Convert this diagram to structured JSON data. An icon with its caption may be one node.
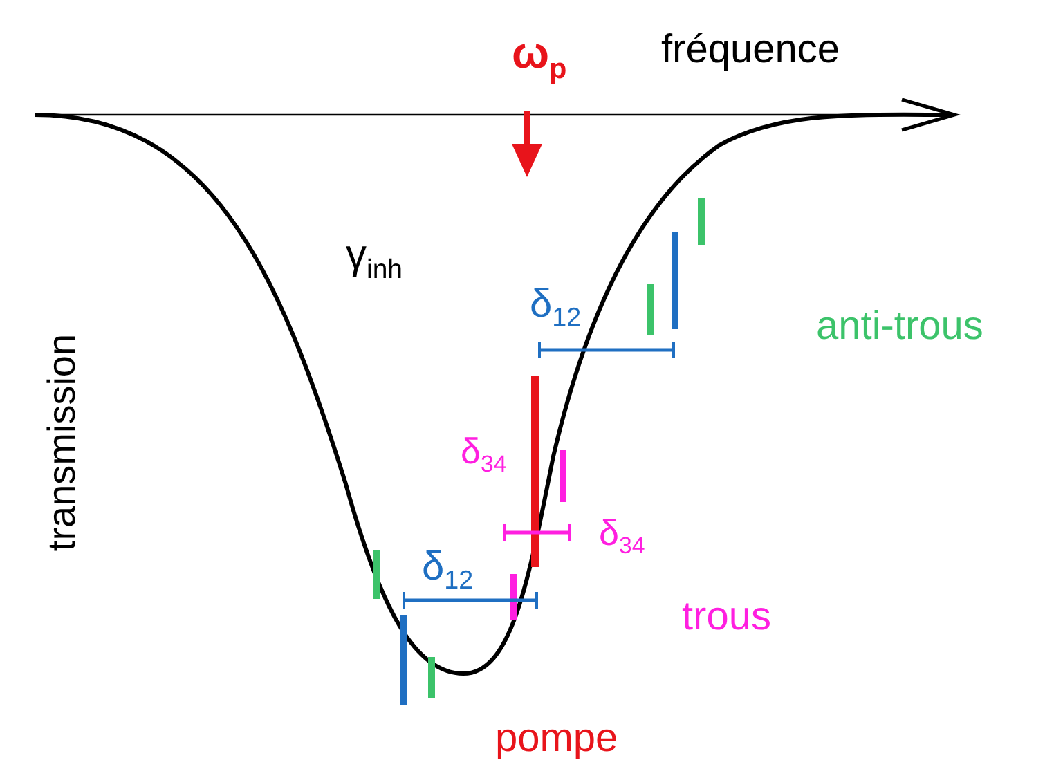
{
  "diagram": {
    "labels": [
      "ω$_{p}$",
      "fréquence",
      "γ$_{inh}$",
      "transmission",
      "δ$_{12}$",
      "anti-trous",
      "δ$_{34}$",
      "δ$_{34}$",
      "δ$_{12}$",
      "trous",
      "pompe"
    ]
  }
}
